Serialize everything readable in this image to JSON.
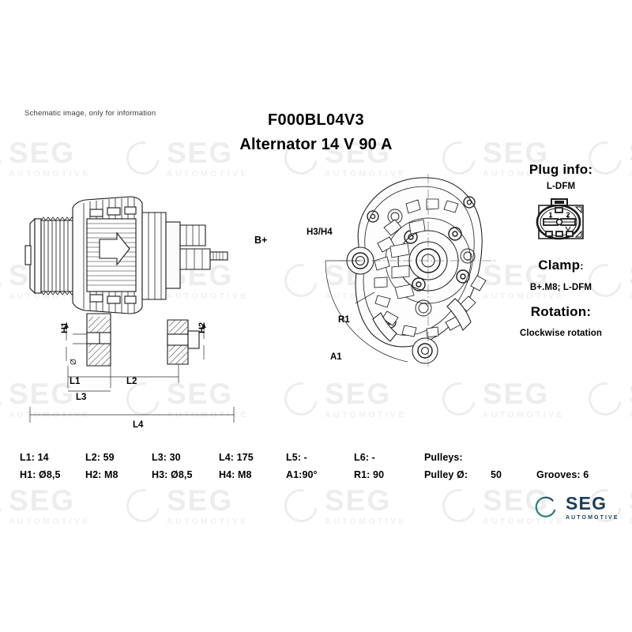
{
  "header": {
    "schematic_note": "Schematic image, only for information",
    "part_number": "F000BL04V3",
    "description": "Alternator 14 V 90 A"
  },
  "right_info": {
    "plug_label": "Plug info:",
    "plug_value": "L-DFM",
    "plug_pin_1": "1",
    "plug_pin_2": "2",
    "clamp_label": "Clamp",
    "clamp_colon": ":",
    "clamp_value": "B+.M8; L-DFM",
    "rotation_label": "Rotation:",
    "rotation_value": "Clockwise rotation"
  },
  "drawing_labels": {
    "terminal_b_plus": "B+",
    "h1": "H1",
    "h2": "H2",
    "diameter_symbol": "Ø",
    "l1": "L1",
    "l2": "L2",
    "l3": "L3",
    "l4": "L4",
    "h3_h4": "H3/H4",
    "r1": "R1",
    "a1": "A1"
  },
  "specs": {
    "row1": [
      {
        "label": "L1: 14"
      },
      {
        "label": "L2: 59"
      },
      {
        "label": "L3: 30"
      },
      {
        "label": "L4: 175"
      },
      {
        "label": "L5: -"
      },
      {
        "label": "L6: -"
      },
      {
        "label": "Pulleys:"
      }
    ],
    "row2": [
      {
        "label": "H1: Ø8,5"
      },
      {
        "label": "H2: M8"
      },
      {
        "label": "H3: Ø8,5"
      },
      {
        "label": "H4: M8"
      },
      {
        "label": "A1:90°"
      },
      {
        "label": "R1: 90"
      },
      {
        "label": "Pulley Ø:"
      },
      {
        "label": "50"
      },
      {
        "label": "Grooves: 6"
      }
    ]
  },
  "footer": {
    "logo_primary": "SEG",
    "logo_secondary": "AUTOMOTIVE"
  },
  "watermark": {
    "primary": "SEG",
    "secondary": "AUTOMOTIVE"
  },
  "colors": {
    "brand_navy": "#1b3d5c",
    "brand_green": "#2e8b6f",
    "text": "#000000",
    "watermark": "#ededed",
    "background": "#ffffff"
  }
}
